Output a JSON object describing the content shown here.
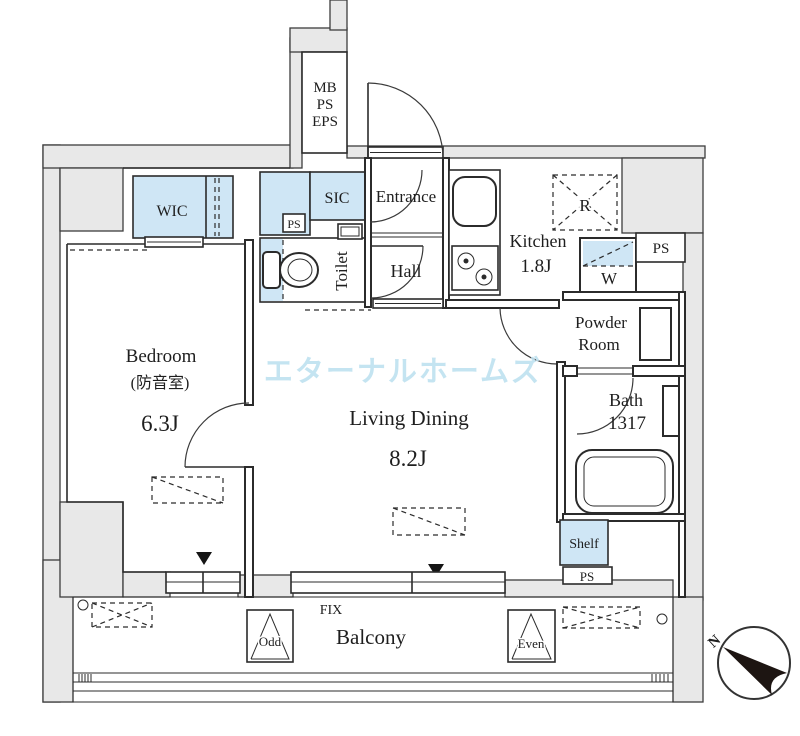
{
  "floor_plan": {
    "shaft": {
      "mb": "MB",
      "ps": "PS",
      "eps": "EPS"
    },
    "rooms": {
      "wic": "WIC",
      "sic": "SIC",
      "entrance": "Entrance",
      "hall": "Hall",
      "toilet": "Toilet",
      "kitchen": {
        "name": "Kitchen",
        "size": "1.8J"
      },
      "bedroom": {
        "name": "Bedroom",
        "soundproof": "(防音室)",
        "size": "6.3J"
      },
      "living": {
        "name": "Living Dining",
        "size": "8.2J"
      },
      "powder": {
        "line1": "Powder",
        "line2": "Room"
      },
      "bath": {
        "name": "Bath",
        "size": "1317"
      },
      "balcony": "Balcony"
    },
    "labels": {
      "ps_toilet": "PS",
      "ps_kitchen": "PS",
      "ps_shelf": "PS",
      "shelf": "Shelf",
      "fridge": "R",
      "washer": "W",
      "fix": "FIX",
      "odd": "Odd",
      "even": "Even"
    },
    "watermark": "エターナルホームズ",
    "compass": {
      "north": "N"
    },
    "colors": {
      "room_fill": "#cfe6f5",
      "wall_fill": "#e8e8e8",
      "watermark": "#c0e2f0"
    }
  }
}
